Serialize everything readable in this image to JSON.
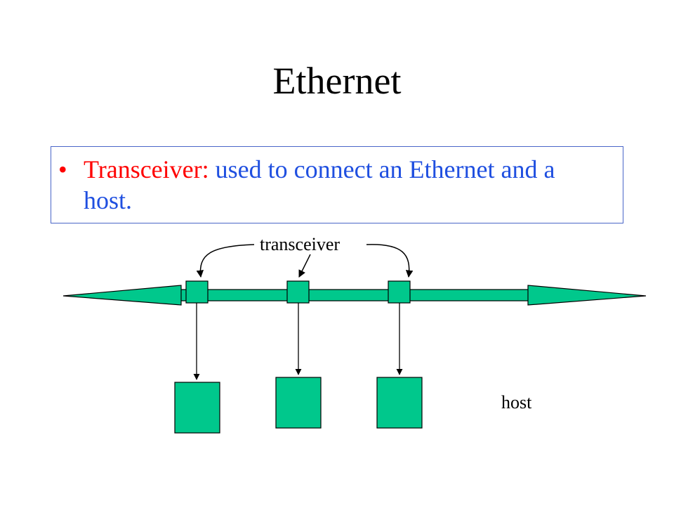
{
  "slide": {
    "title": "Ethernet",
    "bullet": {
      "marker": "•",
      "term": "Transceiver:",
      "description": " used to connect an Ethernet and a host."
    }
  },
  "diagram": {
    "transceiver_label": "transceiver",
    "host_label": "host",
    "transceiver_count": 3,
    "host_count": 3
  },
  "colors": {
    "title": "#000000",
    "bullet_term": "#ff0000",
    "bullet_description": "#1f4fe0",
    "box_border": "#4a66c8",
    "cable_fill": "#00c88c",
    "node_fill": "#00c88c",
    "outline": "#000000"
  },
  "icons": [
    "ethernet-cable",
    "transceiver-node",
    "host-box"
  ]
}
